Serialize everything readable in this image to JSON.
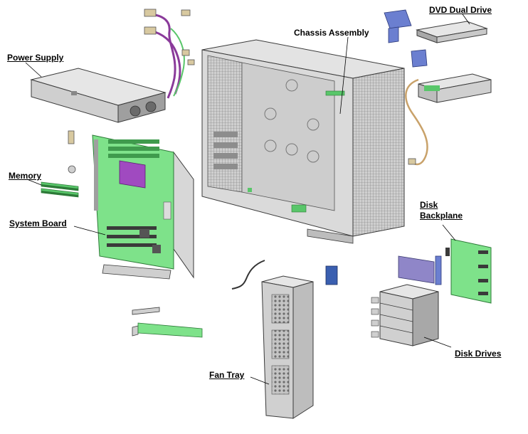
{
  "labels": {
    "power_supply": "Power Supply",
    "chassis_assembly": "Chassis Assembly",
    "dvd_dual_drive": "DVD Dual Drive",
    "memory": "Memory",
    "system_board": "System Board",
    "disk_backplane_line1": "Disk",
    "disk_backplane_line2": "Backplane",
    "disk_drives": "Disk Drives",
    "fan_tray": "Fan Tray"
  },
  "colors": {
    "board_green": "#7ee28a",
    "board_green_dark": "#3f9b4d",
    "metal": "#d7d7d7",
    "metal_dark": "#8d8d8d",
    "outline": "#3a3a3a",
    "cable_purple": "#8a3a9a",
    "cable_tan": "#c9a26a",
    "blue_part": "#6b7fd0",
    "cpu_purple": "#a04ac0"
  }
}
